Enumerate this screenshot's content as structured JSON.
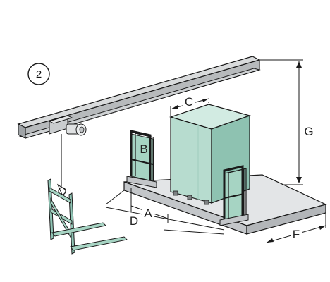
{
  "step_number": "2",
  "dimension_labels": {
    "a": "A",
    "b": "B",
    "c": "C",
    "d": "D",
    "f": "F",
    "g": "G"
  },
  "colors": {
    "line": "#1a1a1a",
    "beam_top": "#d9dbdc",
    "beam_side": "#b7babc",
    "platform_top": "#e3e5e7",
    "platform_side": "#c3c6c9",
    "cabinet_front": "#b7dccf",
    "cabinet_side": "#8ec2b1",
    "cabinet_top": "#d2ebe2",
    "frame_fill": "#a6d4c3",
    "forklift": "#8fc4b4"
  }
}
